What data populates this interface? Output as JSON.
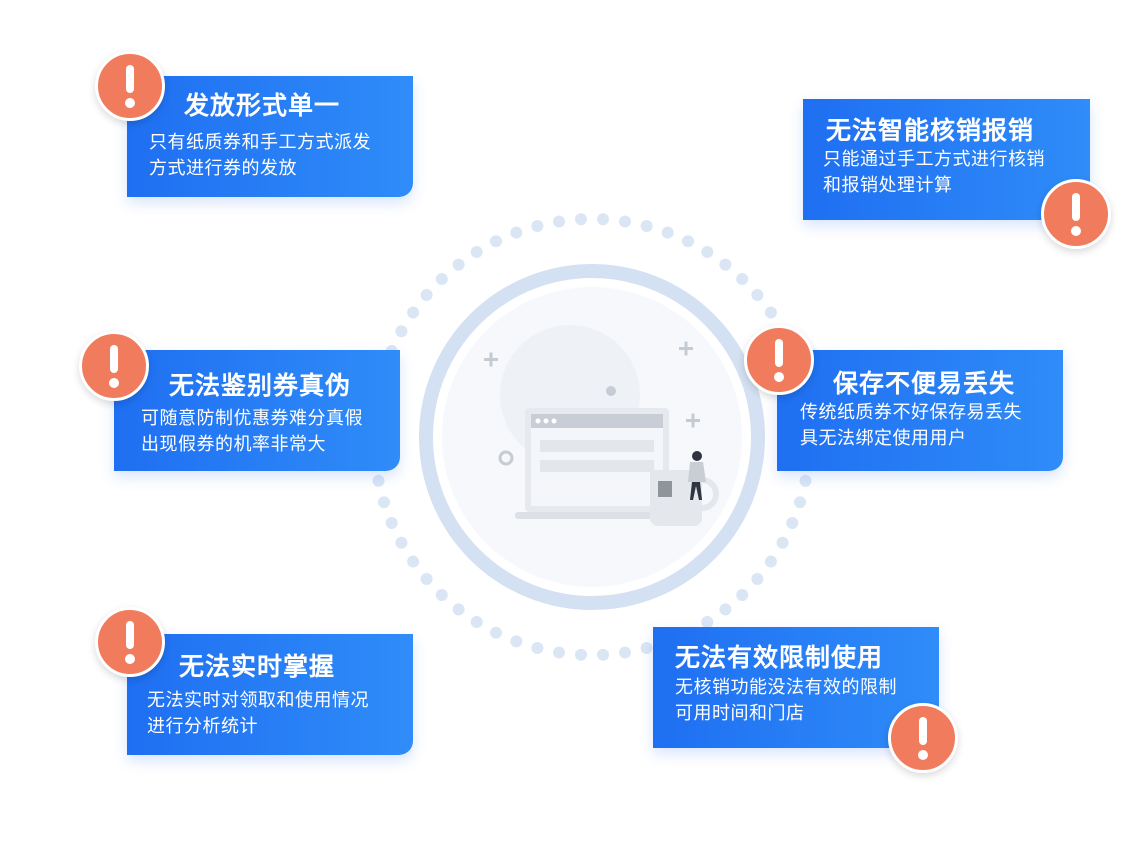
{
  "cards": [
    {
      "title": "发放形式单一",
      "desc_lines": [
        "只有纸质券和手工方式派发",
        "方式进行券的发放"
      ]
    },
    {
      "title": "无法智能核销报销",
      "desc_lines": [
        "只能通过手工方式进行核销",
        "和报销处理计算"
      ]
    },
    {
      "title": "无法鉴别券真伪",
      "desc_lines": [
        "可随意防制优惠券难分真假",
        "出现假券的机率非常大"
      ]
    },
    {
      "title": "保存不便易丢失",
      "desc_lines": [
        "传统纸质券不好保存易丢失",
        "具无法绑定使用用户"
      ]
    },
    {
      "title": "无法实时掌握",
      "desc_lines": [
        "无法实时对领取和使用情况",
        "进行分析统计"
      ]
    },
    {
      "title": "无法有效限制使用",
      "desc_lines": [
        "无核销功能没法有效的限制",
        "可用时间和门店"
      ]
    }
  ],
  "colors": {
    "card_blue": "#1f6ff2",
    "alert_orange": "#f07c5d",
    "dots": "#dbe6f5"
  },
  "icons": [
    "exclamation-icon",
    "laptop-illustration",
    "mug-illustration",
    "person-illustration"
  ]
}
